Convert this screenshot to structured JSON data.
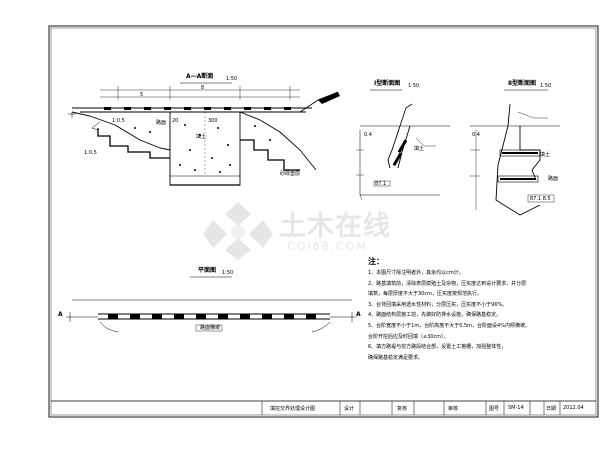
{
  "sections": {
    "aa": {
      "title": "A—A断面",
      "scale": "1:50"
    },
    "one": {
      "title": "Ⅰ型断面图",
      "scale": "1:50"
    },
    "two": {
      "title": "Ⅱ型断面图",
      "scale": "1:50"
    },
    "plan": {
      "title": "平面图",
      "scale": "1:50"
    }
  },
  "labels": {
    "section_marker": "A",
    "dim_top": "8",
    "dim_total": "5",
    "slope_1": "1:0.5",
    "slope_2": "1:0.5",
    "dim_a": "300",
    "dim_b": "20",
    "label_fill": "填土",
    "label_mid": "路面",
    "label_bottom": "砂砾垫层",
    "i_top": "0.4",
    "i_label": "填土",
    "i_elev": "87.1",
    "ii_top": "0.4",
    "ii_label_1": "填土",
    "ii_label_2": "路面",
    "ii_elev": "87.1 8.5",
    "plan_label": "路面横坡"
  },
  "notes": {
    "heading": "注：",
    "items": [
      "1、本图尺寸除注明者外，其余均以cm计。",
      "2、路基填筑前，清除表层腐殖土及杂物，压实度达到设计要求，并分层",
      "   填筑，每层厚度不大于30cm，压实度按规范执行。",
      "3、台背回填采用透水性材料，分层压实，压实度不小于96%。",
      "4、路面结构层施工前，先做好防排水设施，确保路基稳定。",
      "5、台阶宽度不小于1m，台阶高度不大于0.5m，台阶面设4%内倾横坡。",
      "   台阶开挖后应及时回填（≤30cm）。",
      "6、填方路堤与挖方路段结合部，设置土工格栅，加强整体性，",
      "   确保路基稳定满足要求。"
    ]
  },
  "title_block": {
    "drawing_name": "填挖交界处理设计图",
    "design": "设计",
    "review": "复核",
    "approve": "审核",
    "drawing_no_label": "图号",
    "drawing_no": "SM-14",
    "date_label": "日期",
    "date": "2012.04"
  },
  "watermark": {
    "cn": "土木在线",
    "en": "COI88.COM"
  }
}
